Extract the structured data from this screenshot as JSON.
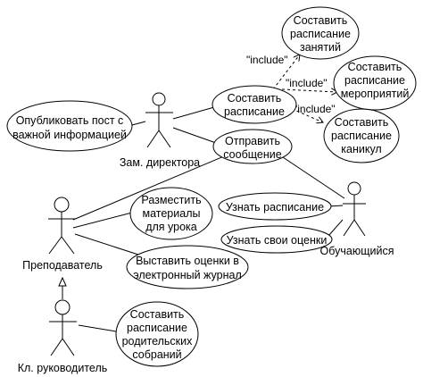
{
  "actors": {
    "deputy_director": "Зам. директора",
    "teacher": "Преподаватель",
    "student": "Обучающийся",
    "class_teacher": "Кл. руководитель"
  },
  "use_cases": {
    "publish_post": [
      "Опубликовать пост с",
      "важной информацией"
    ],
    "make_schedule": [
      "Составить",
      "расписание"
    ],
    "send_message": [
      "Отправить",
      "сообщение"
    ],
    "schedule_classes": [
      "Составить",
      "расписание",
      "занятий"
    ],
    "schedule_events": [
      "Составить",
      "расписание",
      "мероприятий"
    ],
    "schedule_holidays": [
      "Составить",
      "расписание",
      "каникул"
    ],
    "post_materials": [
      "Разместить",
      "материалы",
      "для урока"
    ],
    "put_grades": [
      "Выставить оценки в",
      "электронный журнал"
    ],
    "view_schedule": [
      "Узнать расписание"
    ],
    "view_grades": [
      "Узнать свои оценки"
    ],
    "schedule_parent_meetings": [
      "Составить",
      "расписание",
      "родительских",
      "собраний"
    ]
  },
  "relations": {
    "include_1": "\"include\"",
    "include_2": "\"include\"",
    "include_3": "\"include\""
  }
}
